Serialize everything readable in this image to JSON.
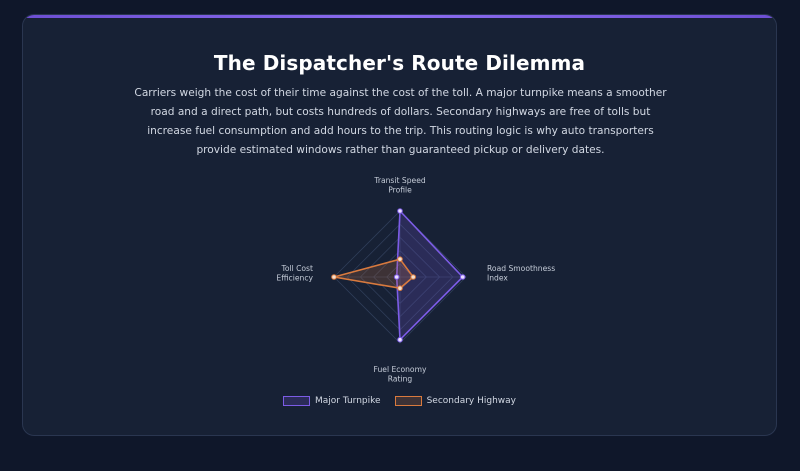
{
  "page": {
    "title": "The Dispatcher's Route Dilemma",
    "description": "Carriers weigh the cost of their time against the cost of the toll. A major turnpike means a smoother road and a direct path, but costs hundreds of dollars. Secondary highways are free of tolls but increase fuel consumption and add hours to the trip. This routing logic is why auto transporters provide estimated windows rather than guaranteed pickup or delivery dates."
  },
  "chart_data": {
    "type": "radar",
    "axes": [
      [
        "Transit Speed",
        "Profile"
      ],
      [
        "Road Smoothness",
        "Index"
      ],
      [
        "Fuel Economy",
        "Rating"
      ],
      [
        "Toll Cost",
        "Efficiency"
      ]
    ],
    "range": [
      0,
      100
    ],
    "grid_levels": 5,
    "series": [
      {
        "name": "Major Turnpike",
        "values": [
          100,
          95,
          95,
          5
        ],
        "color": "#7c5ce6",
        "point_color": "#e9ddff"
      },
      {
        "name": "Secondary Highway",
        "values": [
          27,
          20,
          17,
          100
        ],
        "color": "#d97a3e",
        "point_color": "#f3dfcf"
      }
    ],
    "legend_position": "bottom"
  }
}
